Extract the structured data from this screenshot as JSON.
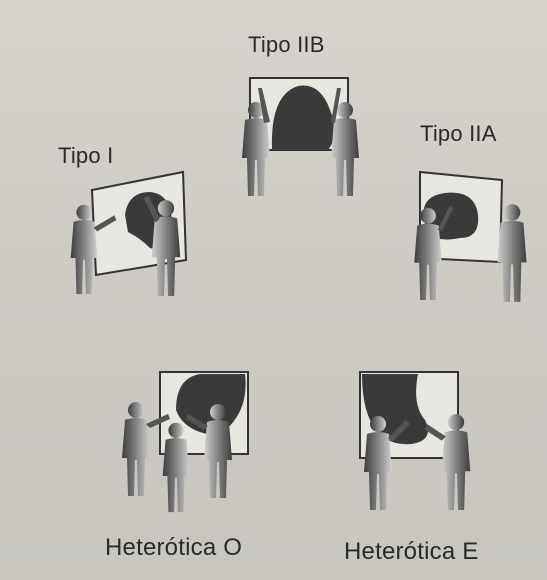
{
  "labels": {
    "tipo_iib": "Tipo IIB",
    "tipo_i": "Tipo I",
    "tipo_iia": "Tipo IIA",
    "heterotica_o": "Heterótica O",
    "heterotica_e": "Heterótica E"
  },
  "colors": {
    "background": "#cfccc6",
    "ink": "#2a2a2a",
    "blob": "#3a3a3a",
    "frame": "#333333"
  },
  "icons": [
    "figure",
    "board",
    "blob"
  ]
}
